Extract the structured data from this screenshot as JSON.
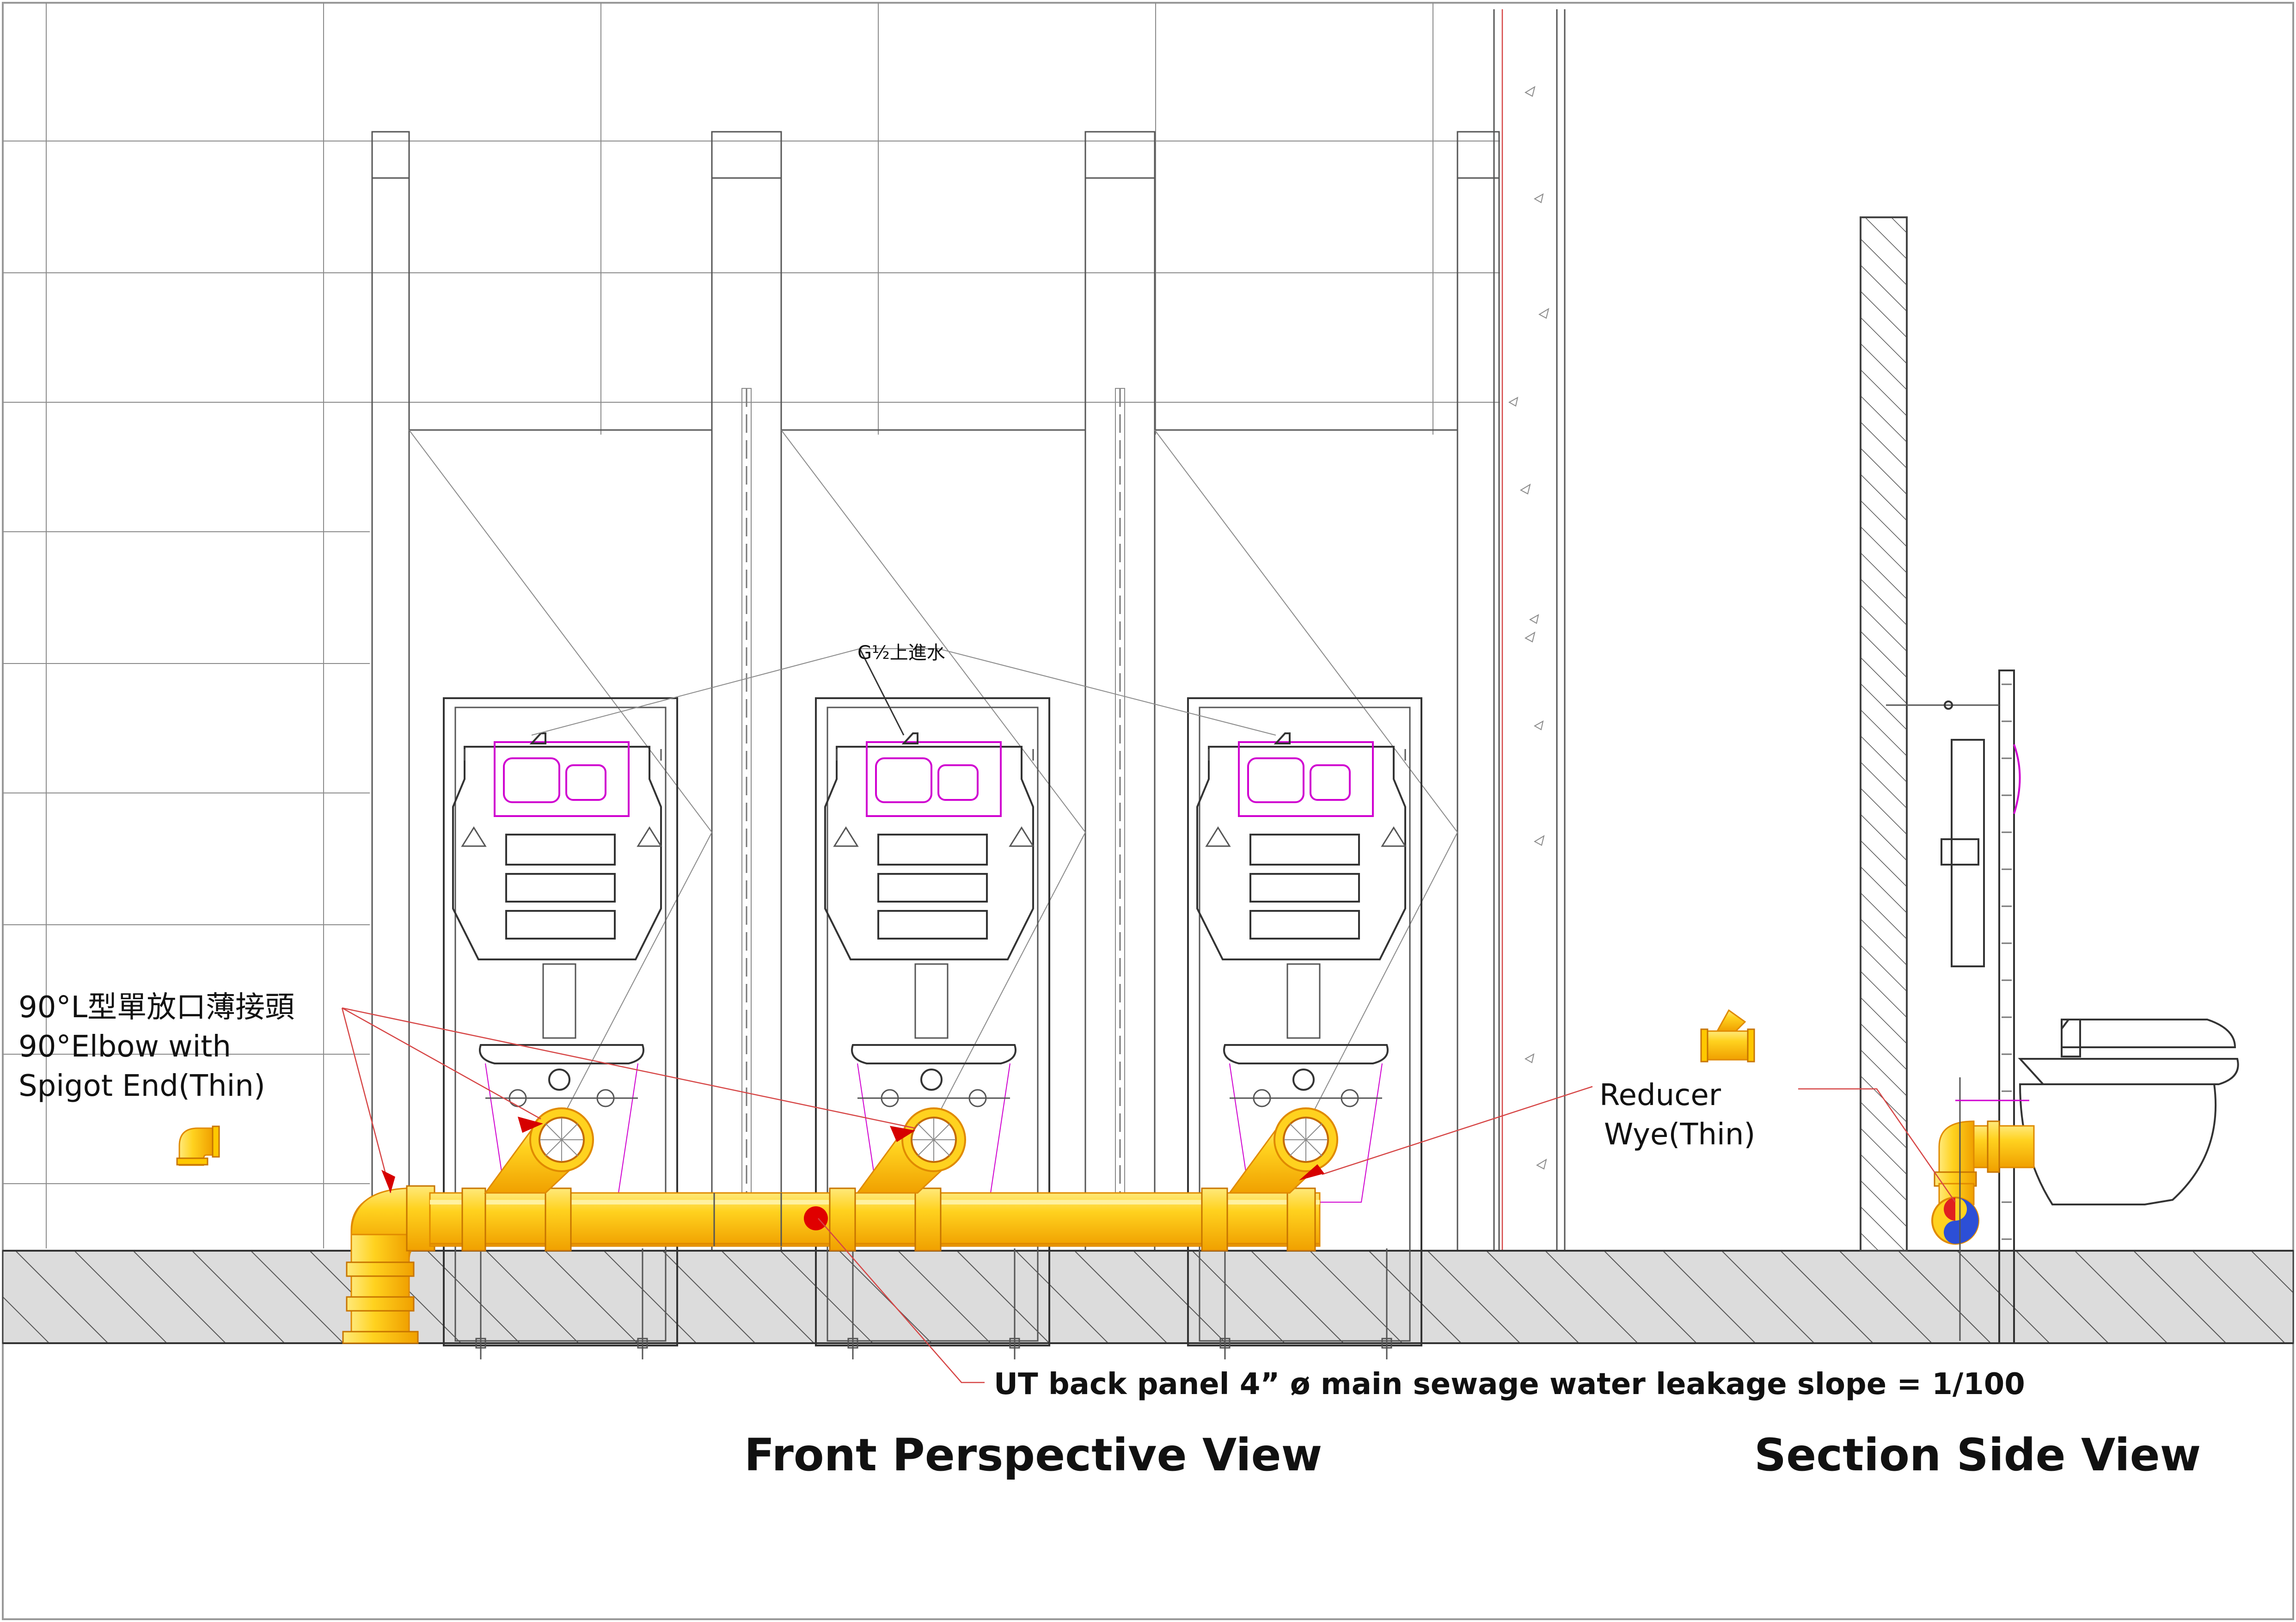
{
  "labels": {
    "inlet_label": "G½上進水",
    "elbow_label_cn": "90°L型單放口薄接頭",
    "elbow_label_en_line1": "90°Elbow with",
    "elbow_label_en_line2": "Spigot End(Thin)",
    "reducer_label_line1": "Reducer",
    "reducer_label_line2": "Wye(Thin)",
    "slope_note": "UT back panel 4” ø main sewage water leakage slope = 1/100",
    "front_view_title": "Front Perspective View",
    "section_view_title": "Section Side View"
  },
  "colors": {
    "pipe": "#ffd21f",
    "pipe_shadow": "#f0a000",
    "flush_plate": "#d000d0",
    "leader": "#d64545",
    "leak_marker": "#e00000"
  },
  "icons": {
    "elbow_fitting": "elbow-fitting-icon",
    "wye_fitting": "wye-fitting-icon",
    "leak_marker": "leak-point-marker"
  }
}
